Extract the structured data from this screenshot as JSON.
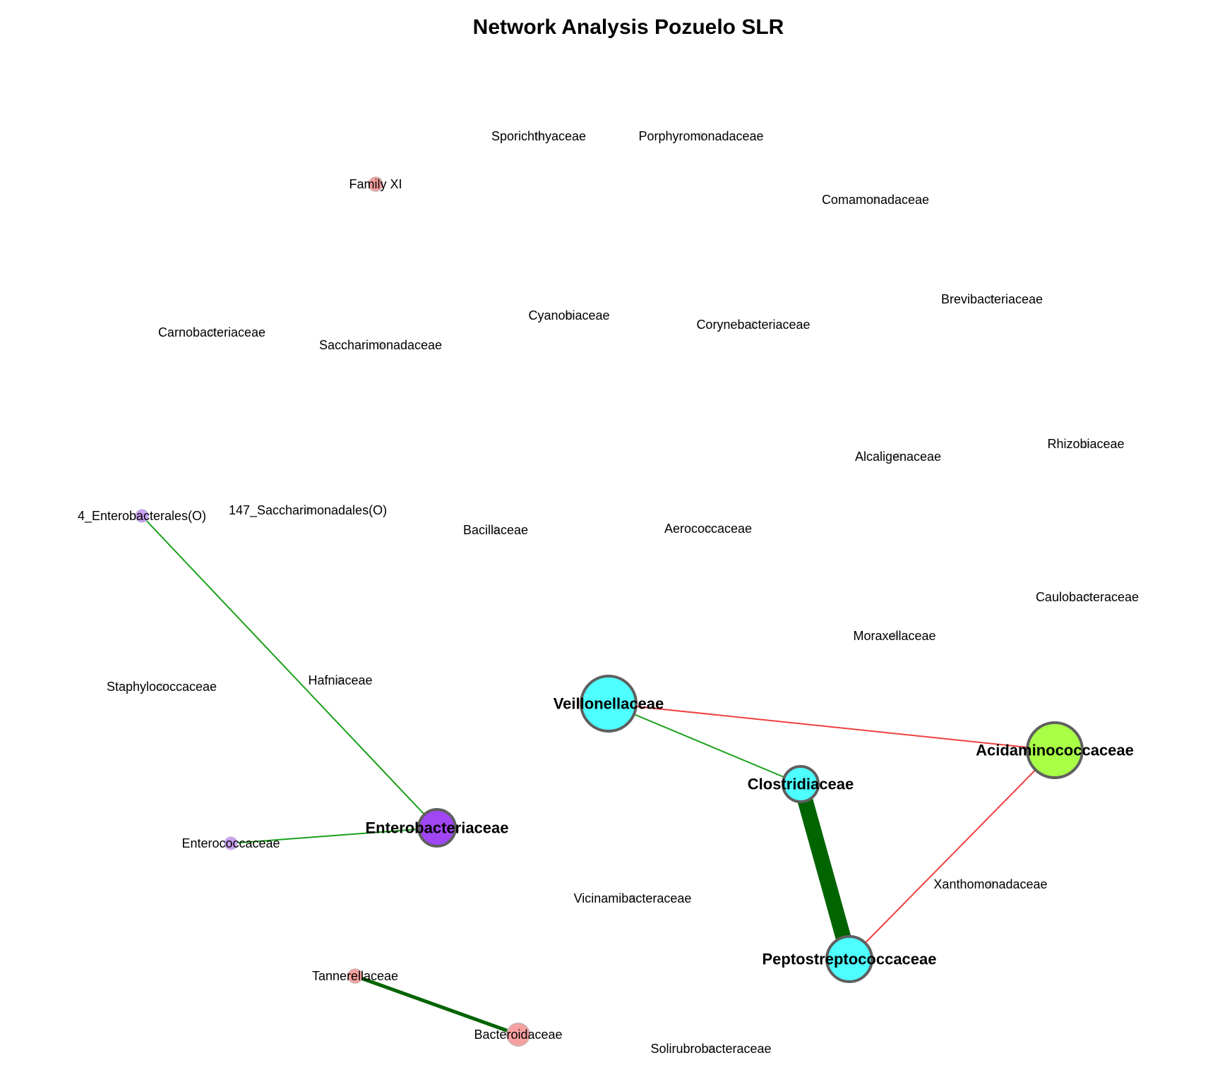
{
  "title": "Network Analysis Pozuelo SLR",
  "colors": {
    "cyan": "#4dffff",
    "green_yellow": "#a8ff46",
    "purple": "#a046f4",
    "light_purple": "#c8a0f0",
    "salmon": "#f8a0a0",
    "grey_node": "#e2e2e2",
    "hub_border": "#5f5f5f",
    "edge_positive_strong": "#006400",
    "edge_positive": "#1aa01a",
    "edge_negative": "#f04040"
  },
  "nodes": [
    {
      "id": "sporichthyaceae",
      "label": "Sporichthyaceae",
      "kind": "minor"
    },
    {
      "id": "porphyromonadaceae",
      "label": "Porphyromonadaceae",
      "kind": "minor"
    },
    {
      "id": "family_xi",
      "label": "Family XI",
      "kind": "salmon_small"
    },
    {
      "id": "comamonadaceae",
      "label": "Comamonadaceae",
      "kind": "minor"
    },
    {
      "id": "brevibacteriaceae",
      "label": "Brevibacteriaceae",
      "kind": "minor"
    },
    {
      "id": "carnobacteriaceae",
      "label": "Carnobacteriaceae",
      "kind": "minor"
    },
    {
      "id": "cyanobiaceae",
      "label": "Cyanobiaceae",
      "kind": "minor"
    },
    {
      "id": "corynebacteriaceae",
      "label": "Corynebacteriaceae",
      "kind": "minor"
    },
    {
      "id": "saccharimonadaceae",
      "label": "Saccharimonadaceae",
      "kind": "minor"
    },
    {
      "id": "rhizobiaceae",
      "label": "Rhizobiaceae",
      "kind": "minor"
    },
    {
      "id": "alcaligenaceae",
      "label": "Alcaligenaceae",
      "kind": "minor"
    },
    {
      "id": "enterobacterales_o",
      "label": "4_Enterobacterales(O)",
      "kind": "light_purple_small"
    },
    {
      "id": "saccharimonadales_o",
      "label": "147_Saccharimonadales(O)",
      "kind": "minor"
    },
    {
      "id": "bacillaceae",
      "label": "Bacillaceae",
      "kind": "minor"
    },
    {
      "id": "aerococcaceae",
      "label": "Aerococcaceae",
      "kind": "minor"
    },
    {
      "id": "caulobacteraceae",
      "label": "Caulobacteraceae",
      "kind": "minor"
    },
    {
      "id": "moraxellaceae",
      "label": "Moraxellaceae",
      "kind": "minor"
    },
    {
      "id": "hafniaceae",
      "label": "Hafniaceae",
      "kind": "minor"
    },
    {
      "id": "staphylococcaceae",
      "label": "Staphylococcaceae",
      "kind": "minor"
    },
    {
      "id": "veillonellaceae",
      "label": "Veillonellaceae",
      "kind": "hub_cyan_large"
    },
    {
      "id": "acidaminococcaceae",
      "label": "Acidaminococcaceae",
      "kind": "hub_green_large"
    },
    {
      "id": "clostridiaceae",
      "label": "Clostridiaceae",
      "kind": "hub_cyan_small"
    },
    {
      "id": "enterobacteriaceae",
      "label": "Enterobacteriaceae",
      "kind": "hub_purple"
    },
    {
      "id": "enterococcaceae",
      "label": "Enterococcaceae",
      "kind": "light_purple_small"
    },
    {
      "id": "xanthomonadaceae",
      "label": "Xanthomonadaceae",
      "kind": "minor"
    },
    {
      "id": "vicinamibacteraceae",
      "label": "Vicinamibacteraceae",
      "kind": "minor"
    },
    {
      "id": "peptostreptococcaceae",
      "label": "Peptostreptococcaceae",
      "kind": "hub_cyan_mid"
    },
    {
      "id": "tannerellaceae",
      "label": "Tannerellaceae",
      "kind": "salmon_small"
    },
    {
      "id": "bacteroidaceae",
      "label": "Bacteroidaceae",
      "kind": "salmon_mid"
    },
    {
      "id": "solirubrobacteraceae",
      "label": "Solirubrobacteraceae",
      "kind": "minor"
    }
  ],
  "edges": [
    {
      "source": "enterobacterales_o",
      "target": "enterobacteriaceae",
      "sign": "positive",
      "strength": "weak"
    },
    {
      "source": "enterococcaceae",
      "target": "enterobacteriaceae",
      "sign": "positive",
      "strength": "weak"
    },
    {
      "source": "veillonellaceae",
      "target": "clostridiaceae",
      "sign": "positive",
      "strength": "weak"
    },
    {
      "source": "veillonellaceae",
      "target": "acidaminococcaceae",
      "sign": "negative",
      "strength": "weak"
    },
    {
      "source": "acidaminococcaceae",
      "target": "peptostreptococcaceae",
      "sign": "negative",
      "strength": "weak"
    },
    {
      "source": "clostridiaceae",
      "target": "peptostreptococcaceae",
      "sign": "positive",
      "strength": "very_strong"
    },
    {
      "source": "tannerellaceae",
      "target": "bacteroidaceae",
      "sign": "positive",
      "strength": "strong"
    }
  ]
}
